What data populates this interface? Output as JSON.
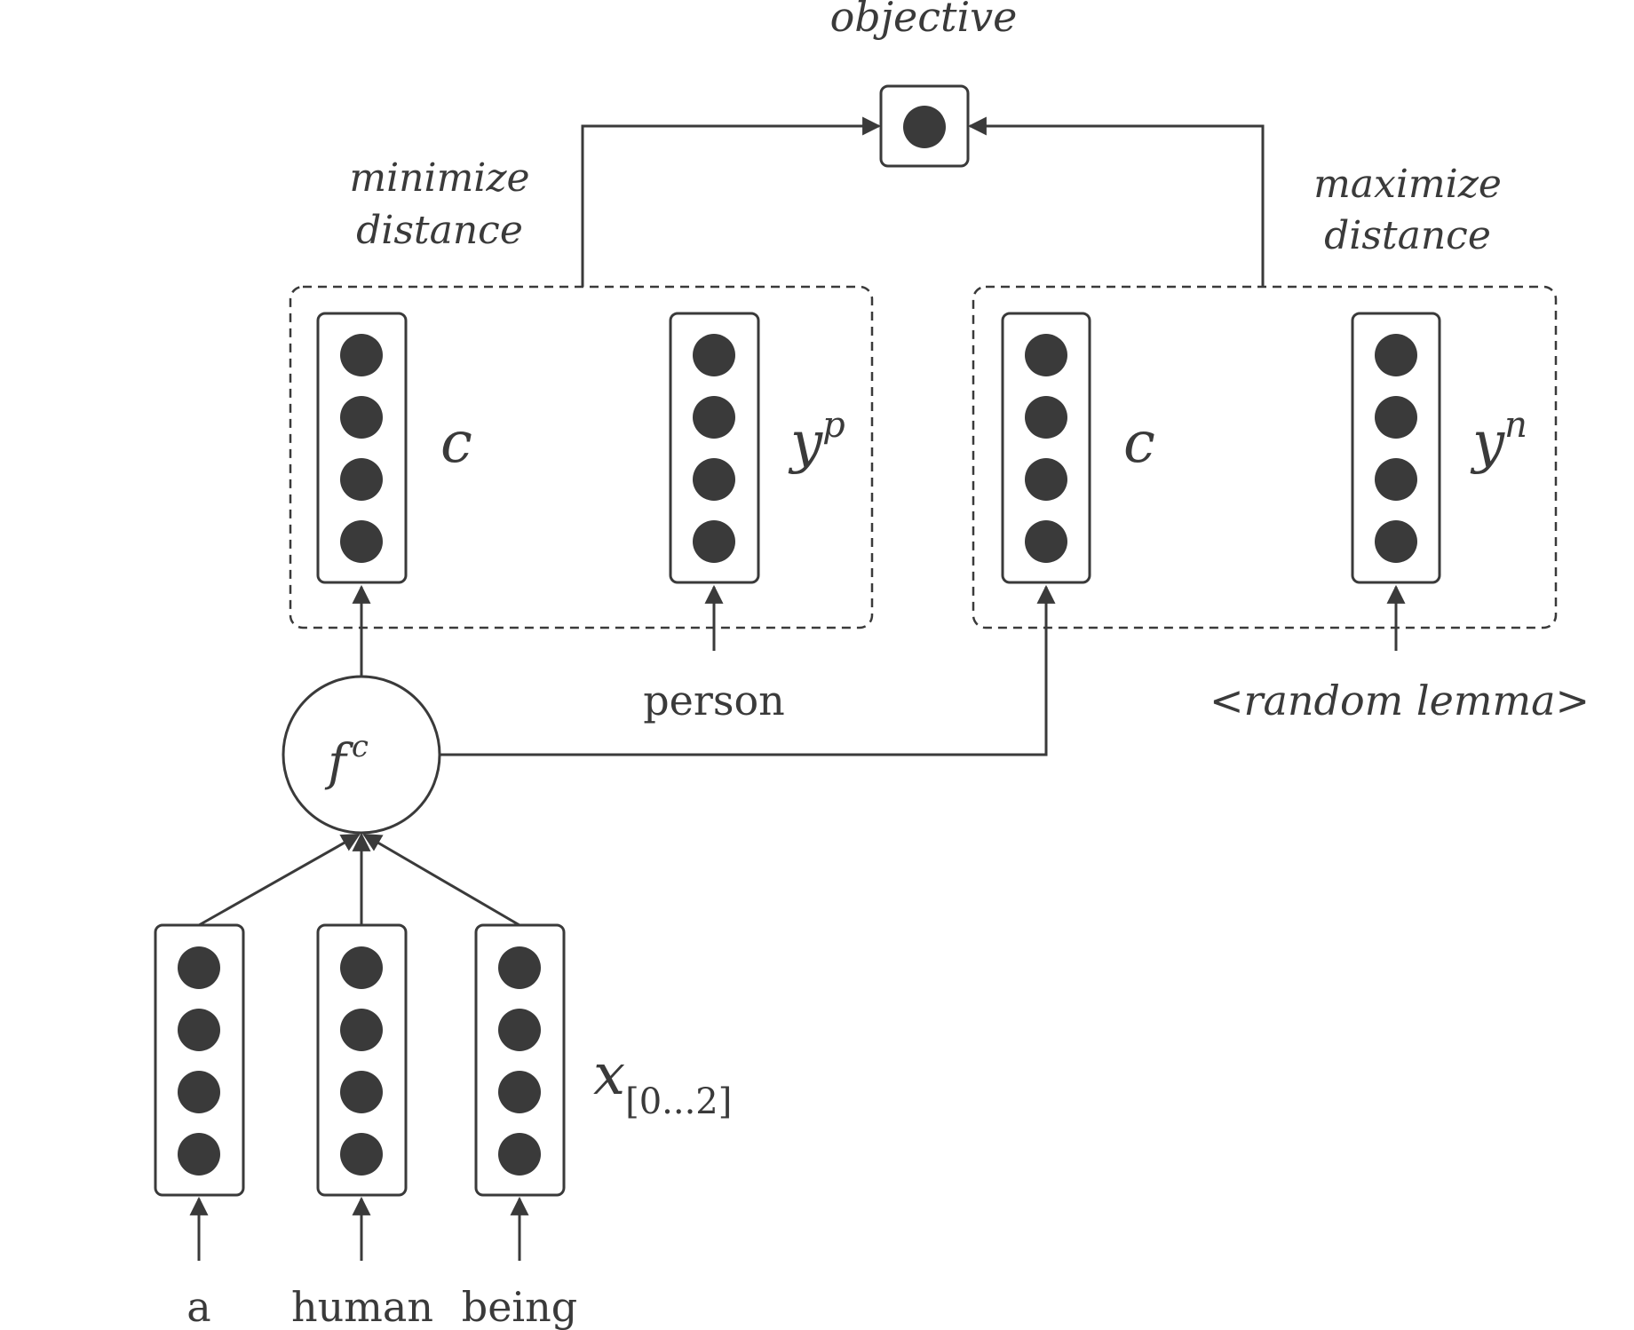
{
  "objective": {
    "label": "objective"
  },
  "positive_group": {
    "caption_line1": "minimize",
    "caption_line2": "distance",
    "left_symbol": "c",
    "right_symbol": "y",
    "right_superscript": "p",
    "input_label": "person"
  },
  "negative_group": {
    "caption_line1": "maximize",
    "caption_line2": "distance",
    "left_symbol": "c",
    "right_symbol": "y",
    "right_superscript": "n",
    "input_label": "<random lemma>"
  },
  "encoder": {
    "symbol": "f",
    "superscript": "c"
  },
  "inputs": {
    "symbol": "x",
    "subscript": "[0...2]",
    "words": [
      "a",
      "human",
      "being"
    ]
  },
  "colors": {
    "ink": "#3a3a3a",
    "background": "#ffffff"
  }
}
